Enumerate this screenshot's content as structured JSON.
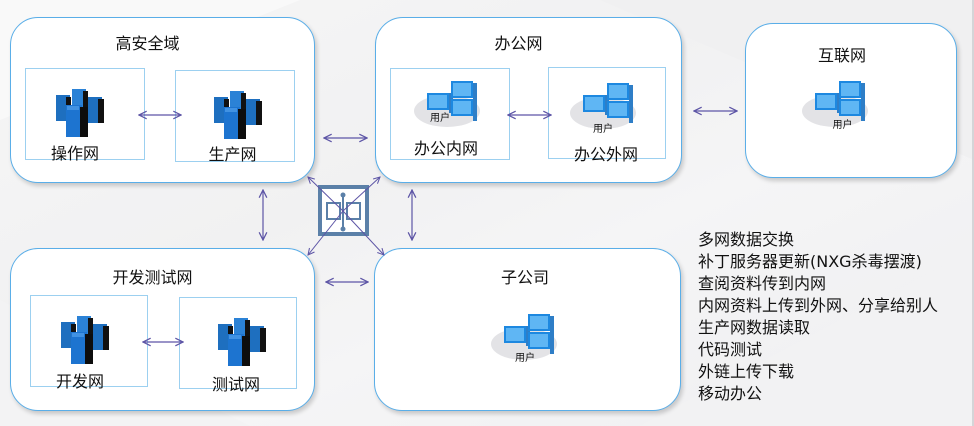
{
  "colors": {
    "zone_border": "#5aaee8",
    "sub_border": "#9cd0f0",
    "arrow": "#5d55a6",
    "gateway": "#5b80a8"
  },
  "zones": {
    "high_security": {
      "title": "高安全域",
      "nodes": [
        {
          "label": "操作网",
          "icon": "server-cluster-icon"
        },
        {
          "label": "生产网",
          "icon": "server-cluster-icon"
        }
      ]
    },
    "office": {
      "title": "办公网",
      "nodes": [
        {
          "label": "办公内网",
          "icon": "user-workstations-icon",
          "caption": "用户"
        },
        {
          "label": "办公外网",
          "icon": "user-workstations-icon",
          "caption": "用户"
        }
      ]
    },
    "internet": {
      "title": "互联网",
      "caption": "用户",
      "icon": "user-workstations-icon"
    },
    "dev_test": {
      "title": "开发测试网",
      "nodes": [
        {
          "label": "开发网",
          "icon": "server-cluster-icon"
        },
        {
          "label": "测试网",
          "icon": "server-cluster-icon"
        }
      ]
    },
    "subsidiary": {
      "title": "子公司",
      "caption": "用户",
      "icon": "user-workstations-icon"
    }
  },
  "gateway": {
    "icon": "ferry-gateway-icon"
  },
  "notes": [
    "多网数据交换",
    "补丁服务器更新(NXG杀毒摆渡)",
    "查阅资料传到内网",
    "内网资料上传到外网、分享给别人",
    "生产网数据读取",
    "代码测试",
    "外链上传下载",
    "移动办公"
  ]
}
